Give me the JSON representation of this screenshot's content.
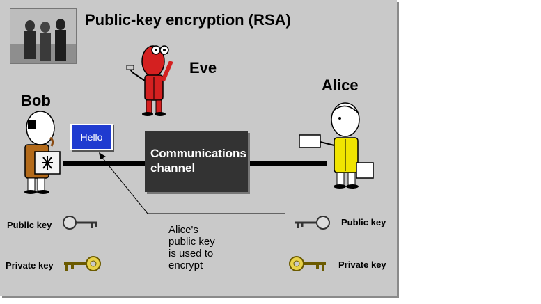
{
  "title": "Public-key encryption (RSA)",
  "names": {
    "eve": "Eve",
    "bob": "Bob",
    "alice": "Alice"
  },
  "message": "Hello",
  "channel": {
    "line1": "Communications",
    "line2": "channel"
  },
  "keys": {
    "bob_public": "Public key",
    "bob_private": "Private key",
    "alice_public": "Public key",
    "alice_private": "Private key"
  },
  "note": {
    "line1": "Alice's",
    "line2": "public key",
    "line3": "is used to",
    "line4": "encrypt"
  },
  "colors": {
    "panel": "#c9c9c9",
    "hello_bg": "#1f3bd0",
    "channel_bg": "#333333",
    "eve": "#d42020",
    "gold_key": "#e8d24a"
  }
}
